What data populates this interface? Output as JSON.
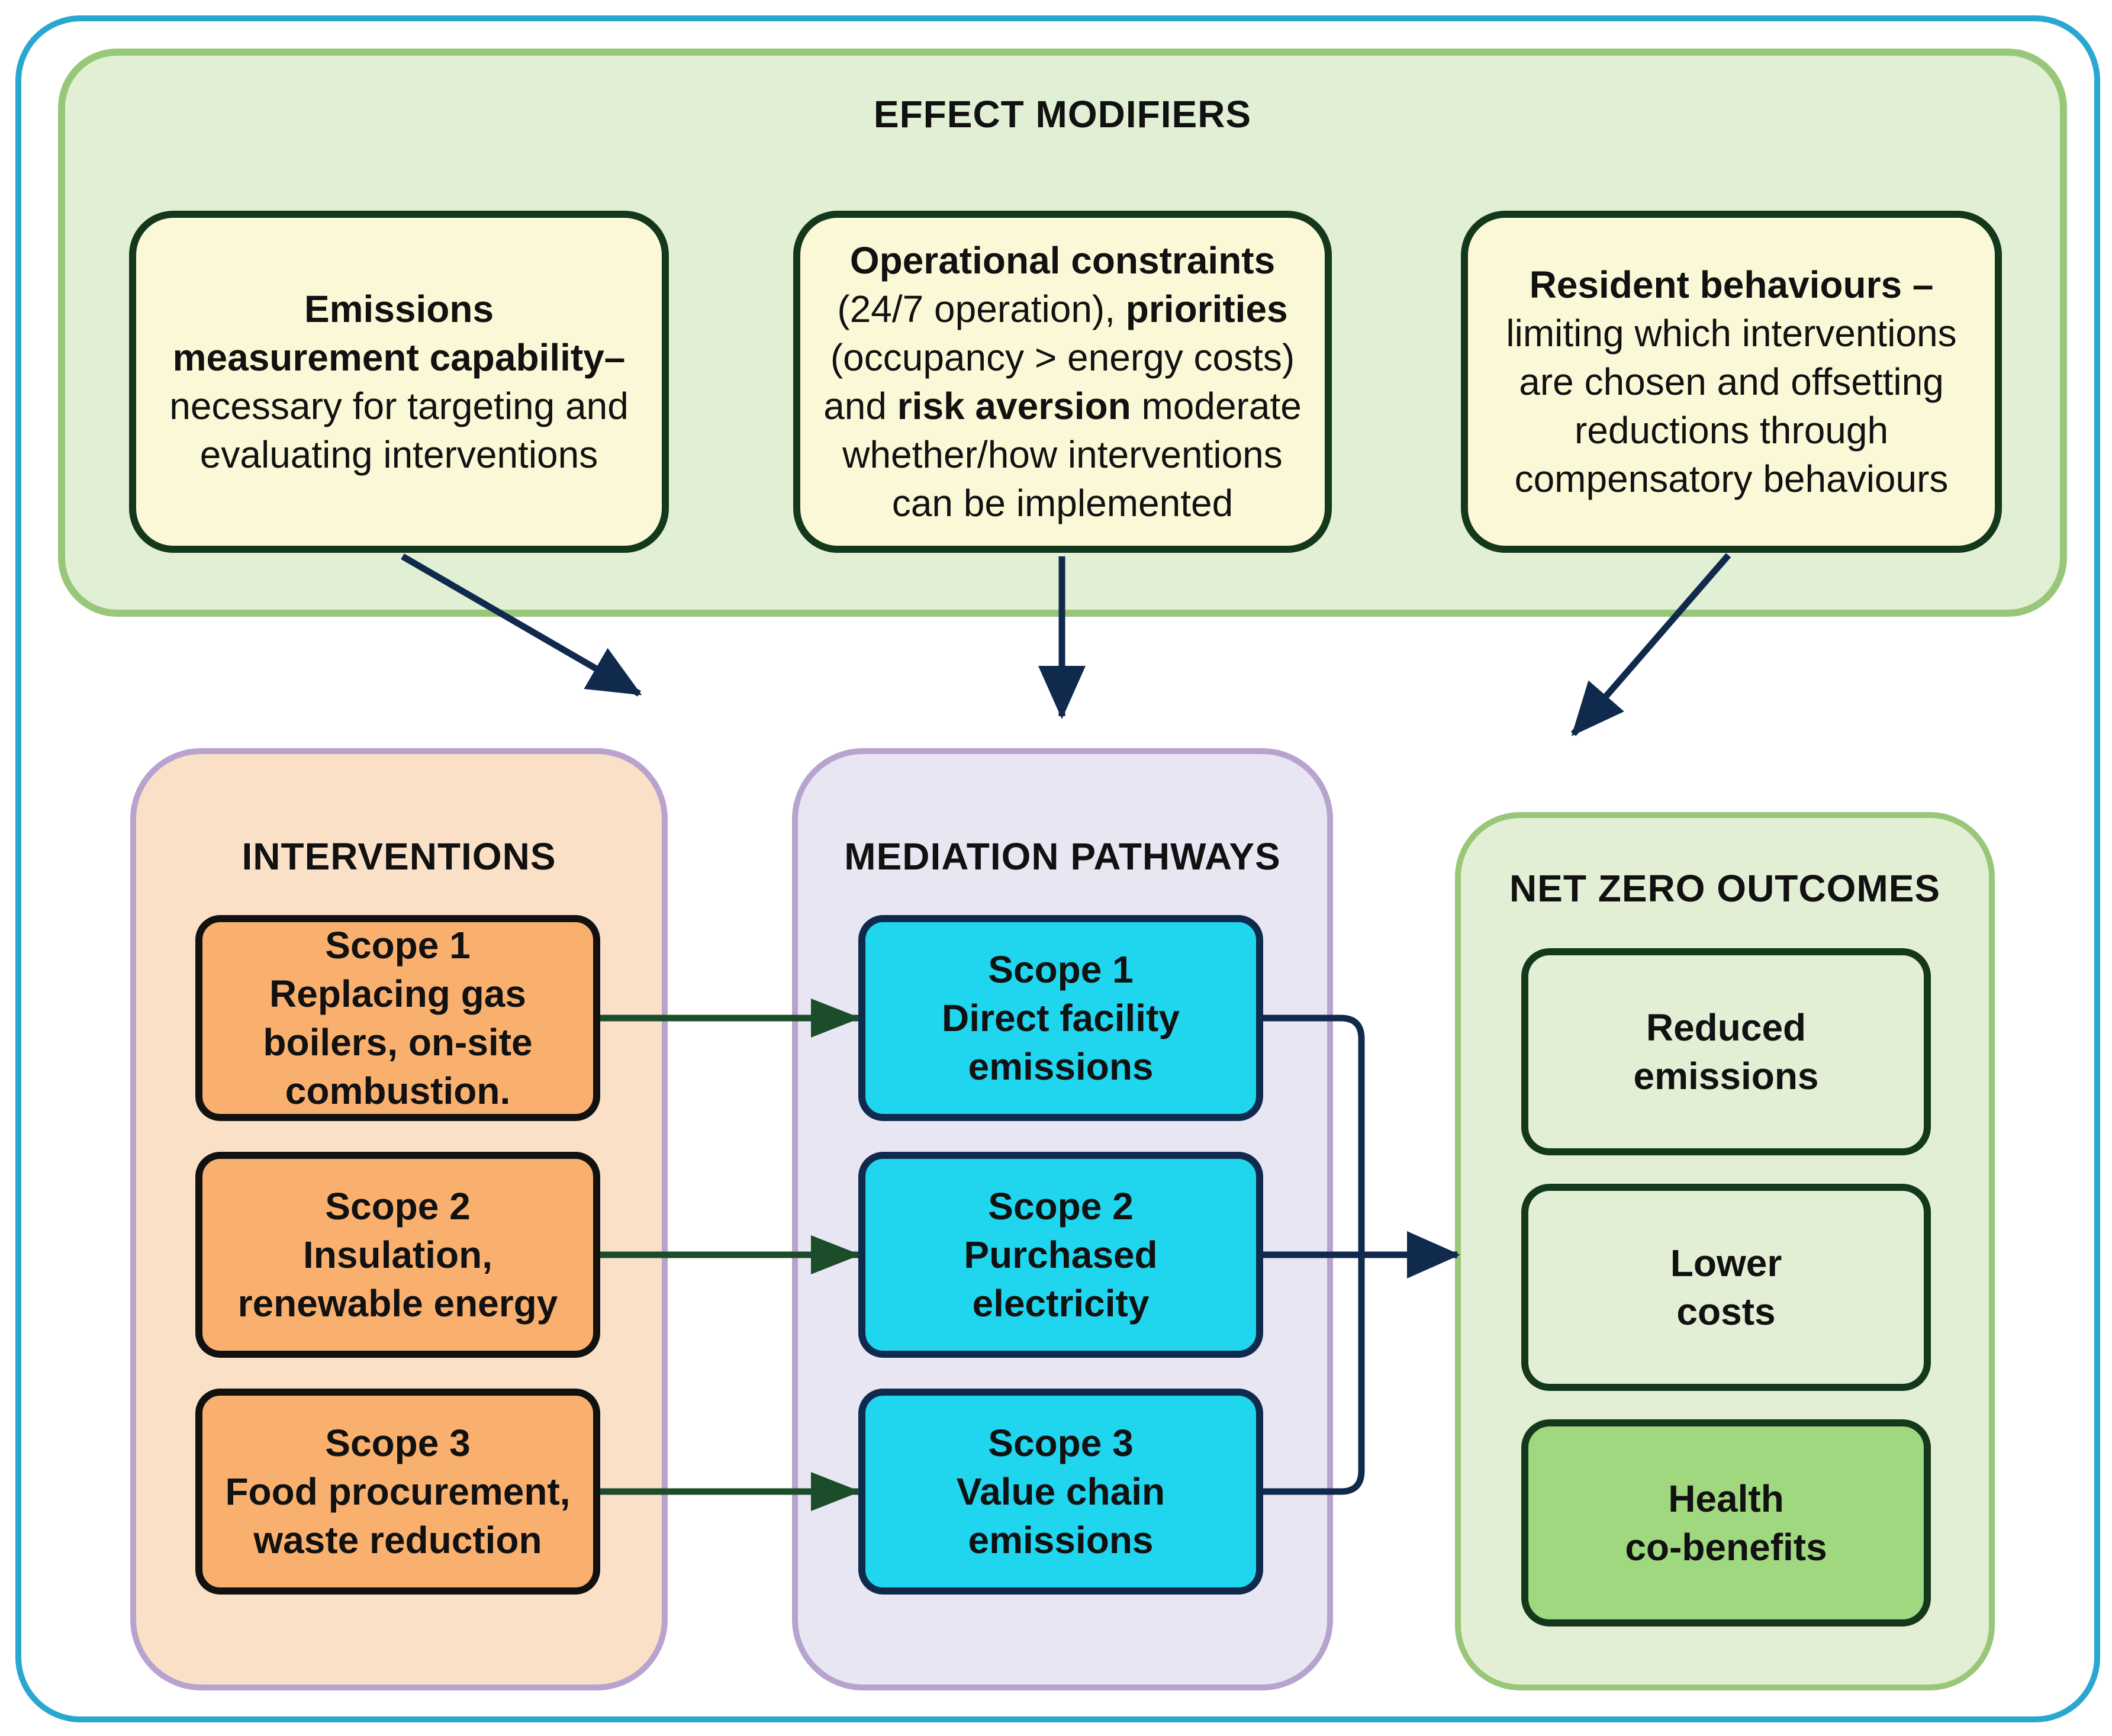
{
  "colors": {
    "outer_border": "#2aa7d1",
    "modifier_panel": "#e1efd5",
    "modifier_box": "#fbf8d7",
    "intervention_box": "#f9b06f",
    "mediation_box": "#20d5ee",
    "outcome_highlight": "#9fd87f",
    "arrow_navy": "#0f2a4d",
    "arrow_green": "#1b4d2a"
  },
  "effect_modifiers": {
    "title": "EFFECT MODIFIERS",
    "boxes": [
      {
        "lines": [
          [
            {
              "t": "Emissions",
              "b": true
            }
          ],
          [
            {
              "t": "measurement capability–",
              "b": true
            }
          ],
          [
            {
              "t": "necessary for targeting and",
              "b": false
            }
          ],
          [
            {
              "t": "evaluating interventions",
              "b": false
            }
          ]
        ]
      },
      {
        "lines": [
          [
            {
              "t": "Operational constraints",
              "b": true
            }
          ],
          [
            {
              "t": "(24/7 operation), ",
              "b": false
            },
            {
              "t": "priorities",
              "b": true
            }
          ],
          [
            {
              "t": "(occupancy > energy costs)",
              "b": false
            }
          ],
          [
            {
              "t": "and ",
              "b": false
            },
            {
              "t": "risk aversion",
              "b": true
            },
            {
              "t": " moderate",
              "b": false
            }
          ],
          [
            {
              "t": "whether/how interventions",
              "b": false
            }
          ],
          [
            {
              "t": "can be implemented",
              "b": false
            }
          ]
        ]
      },
      {
        "lines": [
          [
            {
              "t": "Resident behaviours –",
              "b": true
            }
          ],
          [
            {
              "t": "limiting which interventions",
              "b": false
            }
          ],
          [
            {
              "t": "are chosen and offsetting",
              "b": false
            }
          ],
          [
            {
              "t": "reductions through",
              "b": false
            }
          ],
          [
            {
              "t": "compensatory behaviours",
              "b": false
            }
          ]
        ]
      }
    ]
  },
  "interventions": {
    "title": "INTERVENTIONS",
    "items": [
      {
        "scope": "Scope 1",
        "l1": "Replacing gas",
        "l2": "boilers, on-site",
        "l3": "combustion."
      },
      {
        "scope": "Scope 2",
        "l1": "Insulation,",
        "l2": "renewable energy",
        "l3": ""
      },
      {
        "scope": "Scope 3",
        "l1": "Food procurement,",
        "l2": "waste reduction",
        "l3": ""
      }
    ]
  },
  "mediation": {
    "title": "MEDIATION PATHWAYS",
    "items": [
      {
        "scope": "Scope 1",
        "l1": "Direct facility",
        "l2": "emissions"
      },
      {
        "scope": "Scope 2",
        "l1": "Purchased",
        "l2": "electricity"
      },
      {
        "scope": "Scope 3",
        "l1": "Value chain",
        "l2": "emissions"
      }
    ]
  },
  "outcomes": {
    "title": "NET ZERO OUTCOMES",
    "items": [
      {
        "l1": "Reduced",
        "l2": "emissions"
      },
      {
        "l1": "Lower",
        "l2": "costs"
      },
      {
        "l1": "Health",
        "l2": "co-benefits"
      }
    ]
  }
}
